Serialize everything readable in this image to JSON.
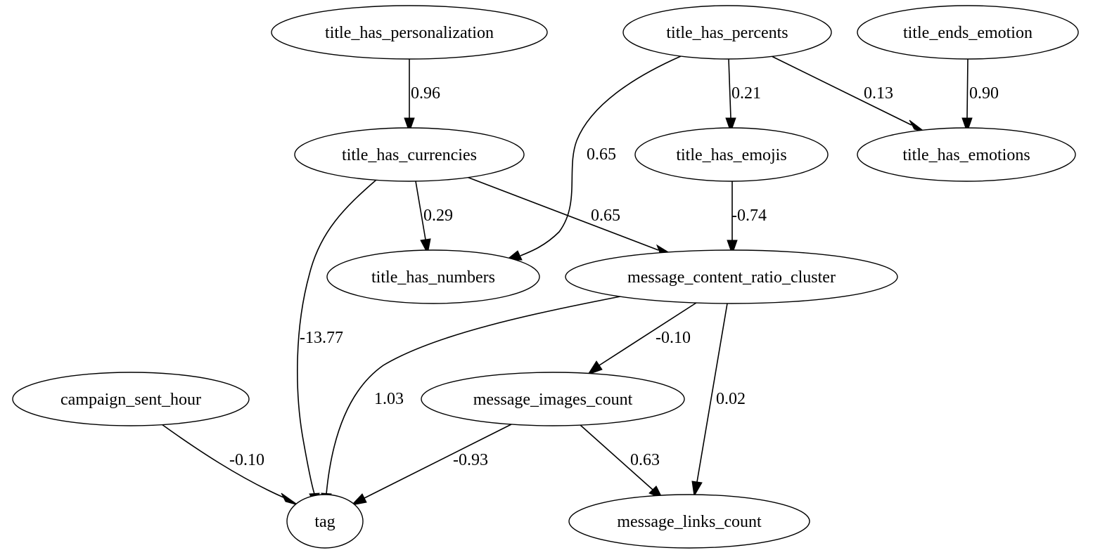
{
  "nodes": {
    "title_has_personalization": "title_has_personalization",
    "title_has_percents": "title_has_percents",
    "title_ends_emotion": "title_ends_emotion",
    "title_has_currencies": "title_has_currencies",
    "title_has_emojis": "title_has_emojis",
    "title_has_emotions": "title_has_emotions",
    "title_has_numbers": "title_has_numbers",
    "message_content_ratio_cluster": "message_content_ratio_cluster",
    "campaign_sent_hour": "campaign_sent_hour",
    "message_images_count": "message_images_count",
    "tag": "tag",
    "message_links_count": "message_links_count"
  },
  "edges": [
    {
      "from": "title_has_personalization",
      "to": "title_has_currencies",
      "weight": "0.96"
    },
    {
      "from": "title_has_percents",
      "to": "title_has_numbers",
      "weight": "0.65"
    },
    {
      "from": "title_has_percents",
      "to": "title_has_emojis",
      "weight": "0.21"
    },
    {
      "from": "title_has_percents",
      "to": "title_has_emotions",
      "weight": "0.13"
    },
    {
      "from": "title_ends_emotion",
      "to": "title_has_emotions",
      "weight": "0.90"
    },
    {
      "from": "title_has_currencies",
      "to": "tag",
      "weight": "-13.77"
    },
    {
      "from": "title_has_currencies",
      "to": "title_has_numbers",
      "weight": "0.29"
    },
    {
      "from": "title_has_currencies",
      "to": "message_content_ratio_cluster",
      "weight": "0.65"
    },
    {
      "from": "title_has_emojis",
      "to": "message_content_ratio_cluster",
      "weight": "-0.74"
    },
    {
      "from": "message_content_ratio_cluster",
      "to": "tag",
      "weight": "1.03"
    },
    {
      "from": "message_content_ratio_cluster",
      "to": "message_images_count",
      "weight": "-0.10"
    },
    {
      "from": "message_content_ratio_cluster",
      "to": "message_links_count",
      "weight": "0.02"
    },
    {
      "from": "campaign_sent_hour",
      "to": "tag",
      "weight": "-0.10"
    },
    {
      "from": "message_images_count",
      "to": "tag",
      "weight": "-0.93"
    },
    {
      "from": "message_images_count",
      "to": "message_links_count",
      "weight": "0.63"
    }
  ]
}
